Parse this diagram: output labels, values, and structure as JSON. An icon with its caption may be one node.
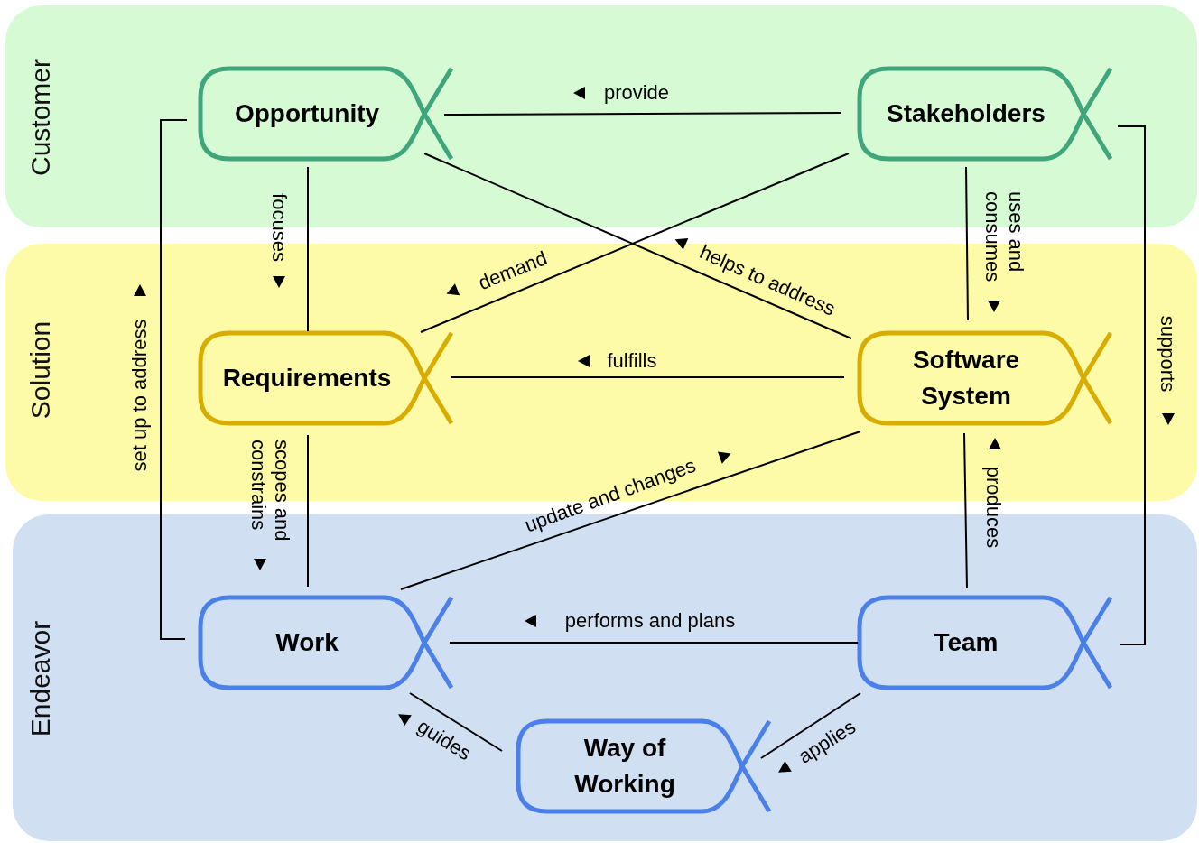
{
  "diagram": {
    "nodes": [
      {
        "text": [
          "Customer"
        ]
      },
      {
        "text": [
          "Solution"
        ]
      },
      {
        "text": [
          "Endeavor"
        ]
      },
      {
        "text": [
          "Opportunity"
        ],
        "in": 0
      },
      {
        "text": [
          "Stakeholders"
        ],
        "in": 0
      },
      {
        "text": [
          "Requirements"
        ],
        "in": 1
      },
      {
        "text": [
          "Software System"
        ],
        "in": 1
      },
      {
        "text": [
          "Work"
        ],
        "in": 2
      },
      {
        "text": [
          "Team"
        ],
        "in": 2
      },
      {
        "text": [
          "Way of Working"
        ],
        "in": 2
      }
    ],
    "edges": [
      {
        "from": 4,
        "to": 3,
        "arrow": "none",
        "label": "provide"
      },
      {
        "from": 6,
        "to": 3,
        "arrow": "none",
        "label": "helps to address"
      },
      {
        "from": 4,
        "to": 5,
        "arrow": "none",
        "label": "demand"
      },
      {
        "from": 3,
        "to": 5,
        "arrow": "none",
        "label": "focuses"
      },
      {
        "from": 4,
        "to": 6,
        "arrow": "none",
        "label": "uses and consumes"
      },
      {
        "from": 7,
        "to": 3,
        "arrow": "none",
        "label": "set up to address"
      },
      {
        "from": 6,
        "to": 5,
        "arrow": "none",
        "label": "fulfills"
      },
      {
        "from": 4,
        "to": 8,
        "arrow": "none",
        "label": "supports"
      },
      {
        "from": 5,
        "to": 7,
        "arrow": "none",
        "label": "scopes and constrains"
      },
      {
        "from": 7,
        "to": 6,
        "arrow": "none",
        "label": "update and changes"
      },
      {
        "from": 8,
        "to": 6,
        "arrow": "none",
        "label": "produces"
      },
      {
        "from": 8,
        "to": 7,
        "arrow": "none",
        "label": "performs and plans"
      },
      {
        "from": 9,
        "to": 7,
        "arrow": "none",
        "label": "guides"
      },
      {
        "from": 8,
        "to": 9,
        "arrow": "none",
        "label": "applies"
      }
    ]
  }
}
